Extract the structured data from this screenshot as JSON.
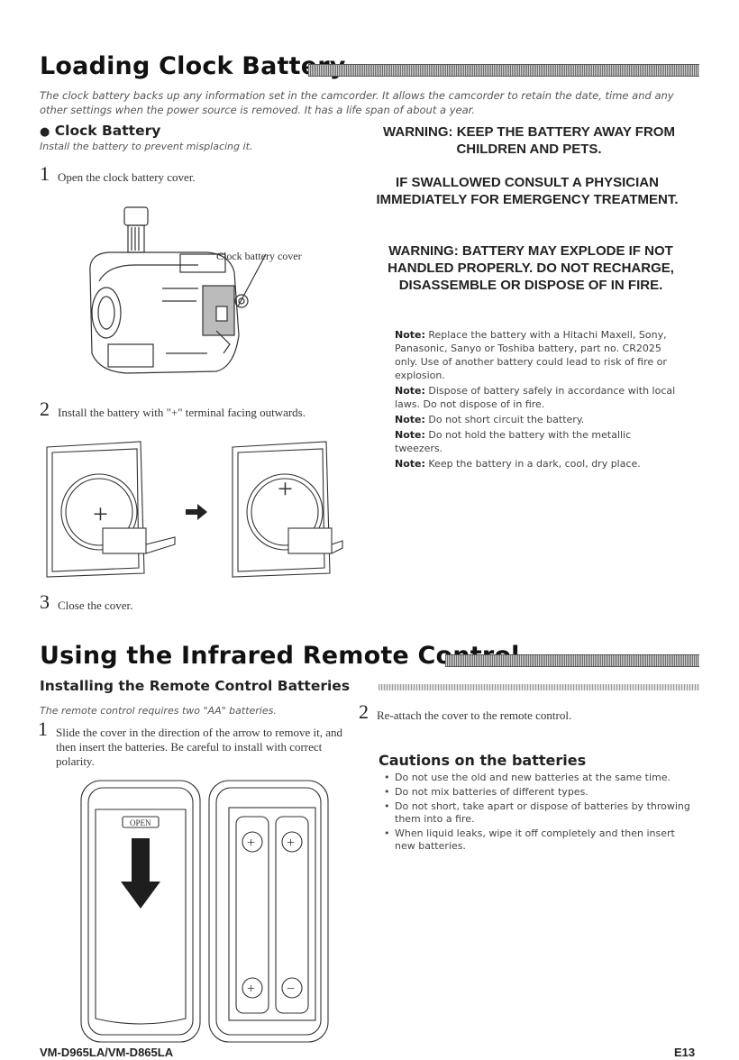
{
  "section1": {
    "title": "Loading Clock Battery",
    "intro": "The clock battery backs up any information set in the camcorder. It allows the camcorder to retain the date, time and any other settings when the power source is removed. It has a life span of about a year.",
    "sub_heading": "Clock Battery",
    "sub_desc": "Install the battery to prevent misplacing it.",
    "steps": [
      {
        "num": "1",
        "text": "Open the clock battery cover."
      },
      {
        "num": "2",
        "text": "Install the battery with \"+\" terminal facing outwards."
      },
      {
        "num": "3",
        "text": "Close the cover."
      }
    ],
    "figure_label": "Clock battery cover",
    "plus_sign": "+"
  },
  "warnings": {
    "w1": "WARNING: KEEP THE BATTERY AWAY FROM CHILDREN AND PETS.",
    "w2": "IF SWALLOWED CONSULT A PHYSICIAN IMMEDIATELY FOR EMERGENCY TREATMENT.",
    "w3": "WARNING: BATTERY MAY EXPLODE IF NOT HANDLED PROPERLY. DO NOT RECHARGE, DISASSEMBLE OR DISPOSE OF IN FIRE."
  },
  "notes": [
    {
      "label": "Note:",
      "text": "Replace the battery with a Hitachi Maxell, Sony, Panasonic, Sanyo or Toshiba battery, part no. CR2025 only. Use of another battery could lead to risk of fire or explosion."
    },
    {
      "label": "Note:",
      "text": "Dispose of battery safely in accordance with local laws. Do not dispose of in fire."
    },
    {
      "label": "Note:",
      "text": "Do not short circuit the battery."
    },
    {
      "label": "Note:",
      "text": "Do not hold the battery with the metallic tweezers."
    },
    {
      "label": "Note:",
      "text": "Keep the battery in a dark, cool, dry place."
    }
  ],
  "section2": {
    "title": "Using the Infrared Remote Control",
    "sub_heading": "Installing the Remote Control Batteries",
    "intro": "The remote control requires two \"AA\" batteries.",
    "steps": [
      {
        "num": "1",
        "text": "Slide the cover in the direction of the arrow to remove it, and then insert the batteries. Be careful to install with correct polarity."
      },
      {
        "num": "2",
        "text": "Re-attach the cover to the remote control."
      }
    ],
    "open_label": "OPEN",
    "plus_sign": "+",
    "minus_sign": "−"
  },
  "cautions": {
    "title": "Cautions on the batteries",
    "items": [
      "Do not use the old and new batteries at the same time.",
      "Do not mix batteries of different types.",
      "Do not short, take apart or dispose of batteries by throwing them into a fire.",
      "When liquid leaks, wipe it off completely and then insert new batteries."
    ]
  },
  "footer": {
    "model": "VM-D965LA/VM-D865LA",
    "page": "E13"
  }
}
